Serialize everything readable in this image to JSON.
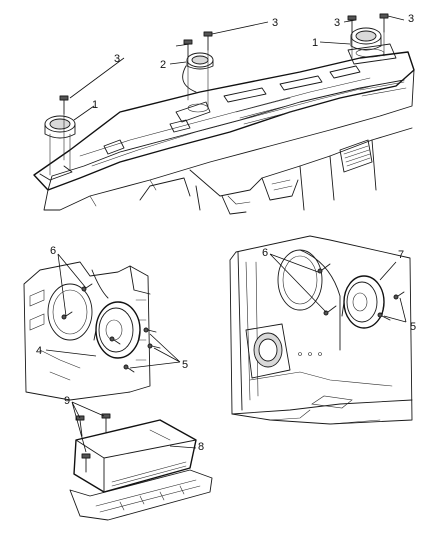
{
  "callouts": {
    "top": [
      {
        "text": "3"
      },
      {
        "text": "3"
      },
      {
        "text": "3"
      },
      {
        "text": "3"
      },
      {
        "text": "1"
      },
      {
        "text": "1"
      },
      {
        "text": "2"
      }
    ],
    "left_door": [
      {
        "text": "6"
      },
      {
        "text": "4"
      },
      {
        "text": "5"
      }
    ],
    "right_door": [
      {
        "text": "7"
      },
      {
        "text": "6"
      },
      {
        "text": "5"
      }
    ],
    "amplifier": [
      {
        "text": "9"
      },
      {
        "text": "8"
      }
    ]
  }
}
